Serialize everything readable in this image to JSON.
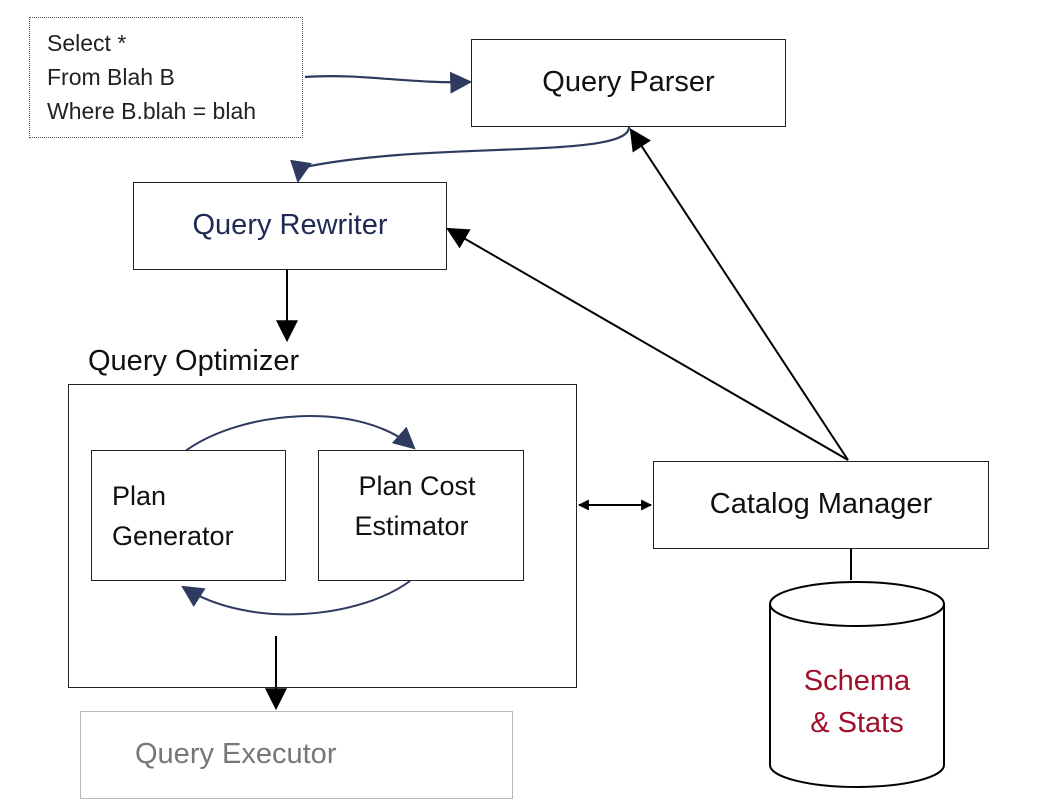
{
  "sql_query": {
    "lines": [
      "Select *",
      "From Blah B",
      "Where B.blah = blah"
    ]
  },
  "nodes": {
    "query_parser": "Query Parser",
    "query_rewriter": "Query Rewriter",
    "query_optimizer_title": "Query Optimizer",
    "plan_generator": [
      "Plan",
      "Generator"
    ],
    "plan_cost_estimator": [
      "Plan Cost",
      "Estimator"
    ],
    "catalog_manager": "Catalog Manager",
    "schema_stats": [
      "Schema",
      "& Stats"
    ],
    "query_executor": "Query Executor"
  },
  "colors": {
    "box_border": "#222222",
    "arrow_dark": "#000000",
    "arrow_navy": "#2e3a5f",
    "rewriter_text": "#1f2a55",
    "schema_text": "#a0102a",
    "executor_text": "#777777",
    "executor_border": "#b8b8b8"
  }
}
